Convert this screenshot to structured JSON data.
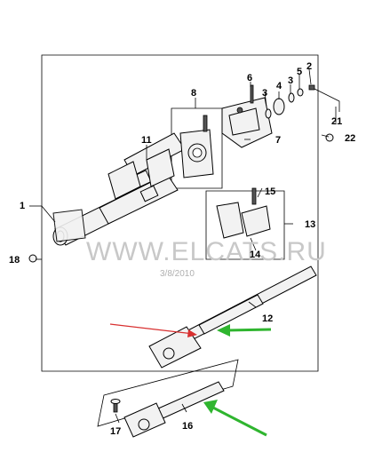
{
  "watermark": "WWW.ELCATS.RU",
  "date": "3/8/2010",
  "callouts": {
    "c1": "1",
    "c2": "2",
    "c3a": "3",
    "c3b": "3",
    "c4": "4",
    "c5": "5",
    "c6": "6",
    "c7": "7",
    "c8": "8",
    "c11": "11",
    "c12": "12",
    "c13": "13",
    "c14": "14",
    "c15": "15",
    "c16": "16",
    "c17": "17",
    "c18": "18",
    "c21": "21",
    "c22": "22"
  },
  "colors": {
    "red_arrow": "#d83030",
    "green_arrow": "#2fb52f",
    "watermark": "#c8c8c8"
  }
}
